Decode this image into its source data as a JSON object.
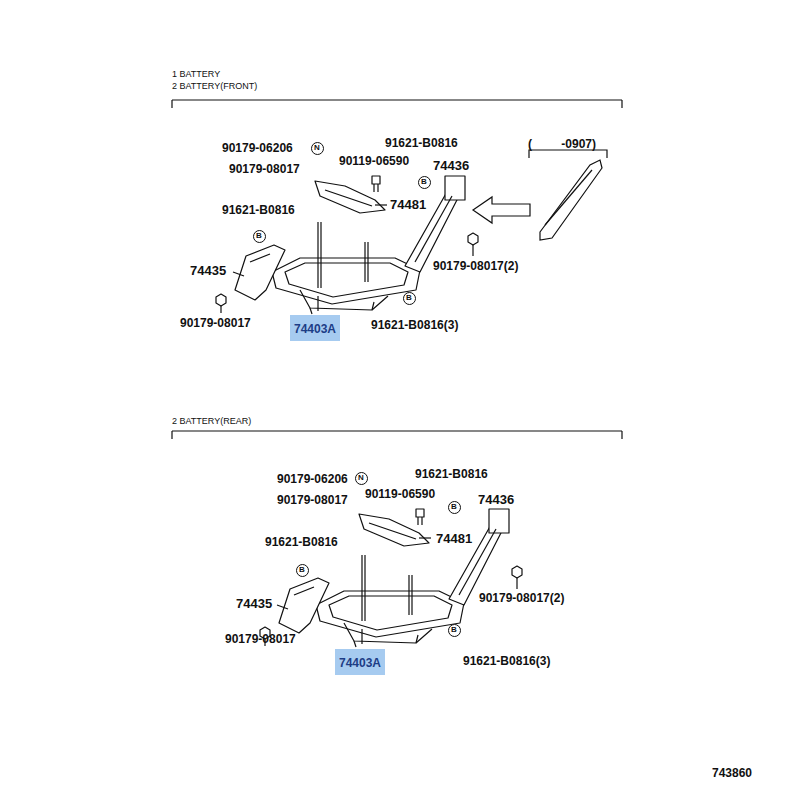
{
  "diagram": {
    "nodes": [
      {
        "text": [
          "N"
        ]
      },
      {
        "text": [
          "B"
        ]
      },
      {
        "text": [
          "B"
        ]
      },
      {
        "text": [
          "B"
        ]
      },
      {
        "text": [
          "74403A"
        ]
      },
      {
        "text": [
          "N"
        ]
      },
      {
        "text": [
          "B"
        ]
      },
      {
        "text": [
          "B"
        ]
      },
      {
        "text": [
          "B"
        ]
      },
      {
        "text": [
          "74403A"
        ]
      }
    ],
    "labels": [
      "1 BATTERY",
      "2 BATTERY(FRONT)",
      "90179-06206",
      "90179-08017",
      "91621-B0816",
      "90119-06590",
      "74436",
      "( -0907)",
      "74481",
      "91621-B0816",
      "74435",
      "90179-08017(2)",
      "90179-08017",
      "91621-B0816(3)",
      "2 BATTERY(REAR)",
      "90179-06206",
      "91621-B0816",
      "90179-08017",
      "90119-06590",
      "74436",
      "74481",
      "91621-B0816",
      "74435",
      "90179-08017(2)",
      "90179-08017",
      "91621-B0816(3)",
      "743860"
    ]
  }
}
